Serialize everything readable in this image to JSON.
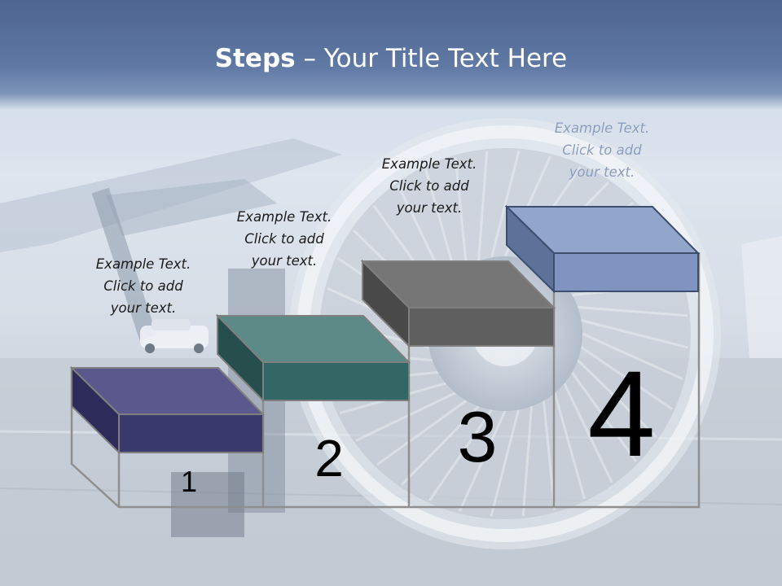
{
  "title": {
    "bold": "Steps",
    "rest": " – Your Title Text Here"
  },
  "steps": [
    {
      "number": "1",
      "caption": [
        "Example Text.",
        "Click  to add",
        "your text."
      ],
      "color": "#4c4a82"
    },
    {
      "number": "2",
      "caption": [
        "Example Text.",
        "Click  to add",
        "your text."
      ],
      "color": "#306a68"
    },
    {
      "number": "3",
      "caption": [
        "Example Text.",
        "Click  to add",
        "your text."
      ],
      "color": "#6b6b6b"
    },
    {
      "number": "4",
      "caption": [
        "Example Text.",
        "Click  to add",
        "your text."
      ],
      "color": "#8499c4"
    }
  ]
}
